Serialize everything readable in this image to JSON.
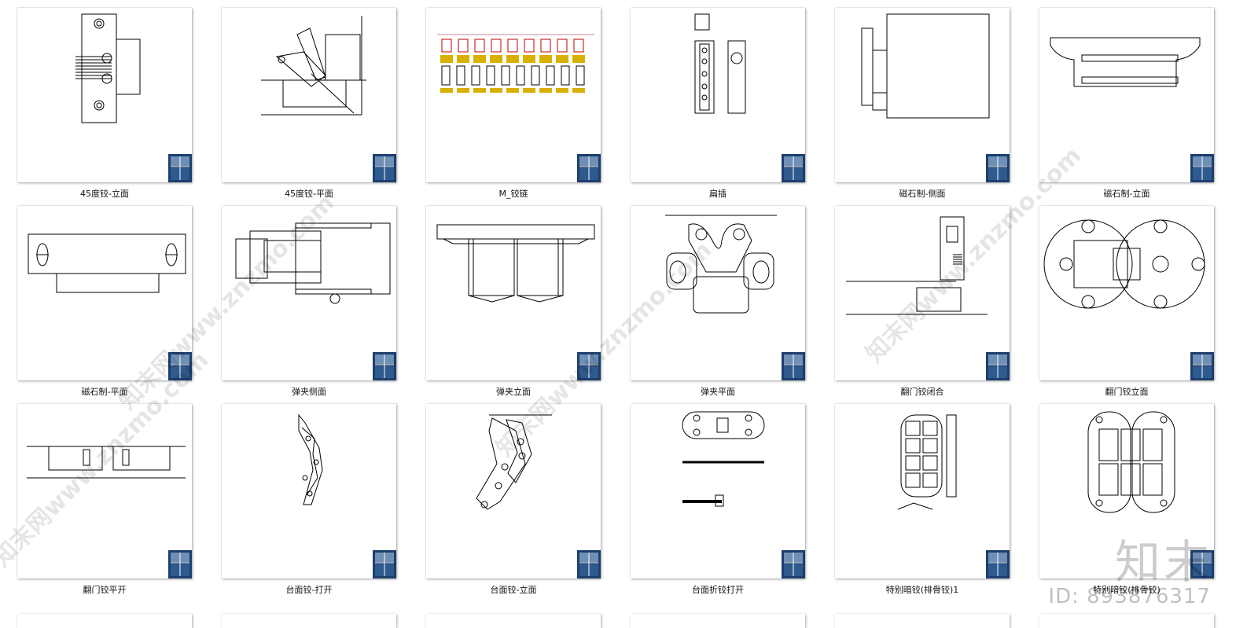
{
  "tiles": [
    {
      "caption": "45度铰-立面",
      "icon": "hinge-elevation-drawing"
    },
    {
      "caption": "45度铰-平面",
      "icon": "hinge-plan-drawing"
    },
    {
      "caption": "M_铰链",
      "icon": "sheet-drawing"
    },
    {
      "caption": "扁插",
      "icon": "flat-bolt-drawing"
    },
    {
      "caption": "磁石制-侧面",
      "icon": "magnet-side-drawing"
    },
    {
      "caption": "磁石制-立面",
      "icon": "magnet-elevation-drawing"
    },
    {
      "caption": "磁石制-平面",
      "icon": "magnet-plan-drawing"
    },
    {
      "caption": "弹夹侧面",
      "icon": "clip-side-drawing"
    },
    {
      "caption": "弹夹立面",
      "icon": "clip-elevation-drawing"
    },
    {
      "caption": "弹夹平面",
      "icon": "clip-plan-drawing"
    },
    {
      "caption": "翻门铰闭合",
      "icon": "flap-hinge-closed-drawing"
    },
    {
      "caption": "翻门铰立面",
      "icon": "flap-hinge-elevation-drawing"
    },
    {
      "caption": "翻门铰平开",
      "icon": "flap-hinge-open-drawing"
    },
    {
      "caption": "台面铰-打开",
      "icon": "table-hinge-open-drawing"
    },
    {
      "caption": "台面铰-立面",
      "icon": "table-hinge-elevation-drawing"
    },
    {
      "caption": "台面折铰打开",
      "icon": "table-fold-hinge-drawing"
    },
    {
      "caption": "特别暗铰(排骨铰)1",
      "icon": "concealed-hinge-drawing"
    },
    {
      "caption": "特别暗铰(排骨铰)",
      "icon": "concealed-hinge-2-drawing"
    }
  ],
  "watermark": {
    "text": "知末网www.znzmo.com"
  },
  "brand": {
    "logo": "知末",
    "id": "ID: 893876317"
  },
  "colors": {
    "badge_dark": "#1c3f6e",
    "badge_light": "#6f8fb5",
    "accent_red": "#c00000",
    "sheet_yellow": "#d8b100"
  }
}
